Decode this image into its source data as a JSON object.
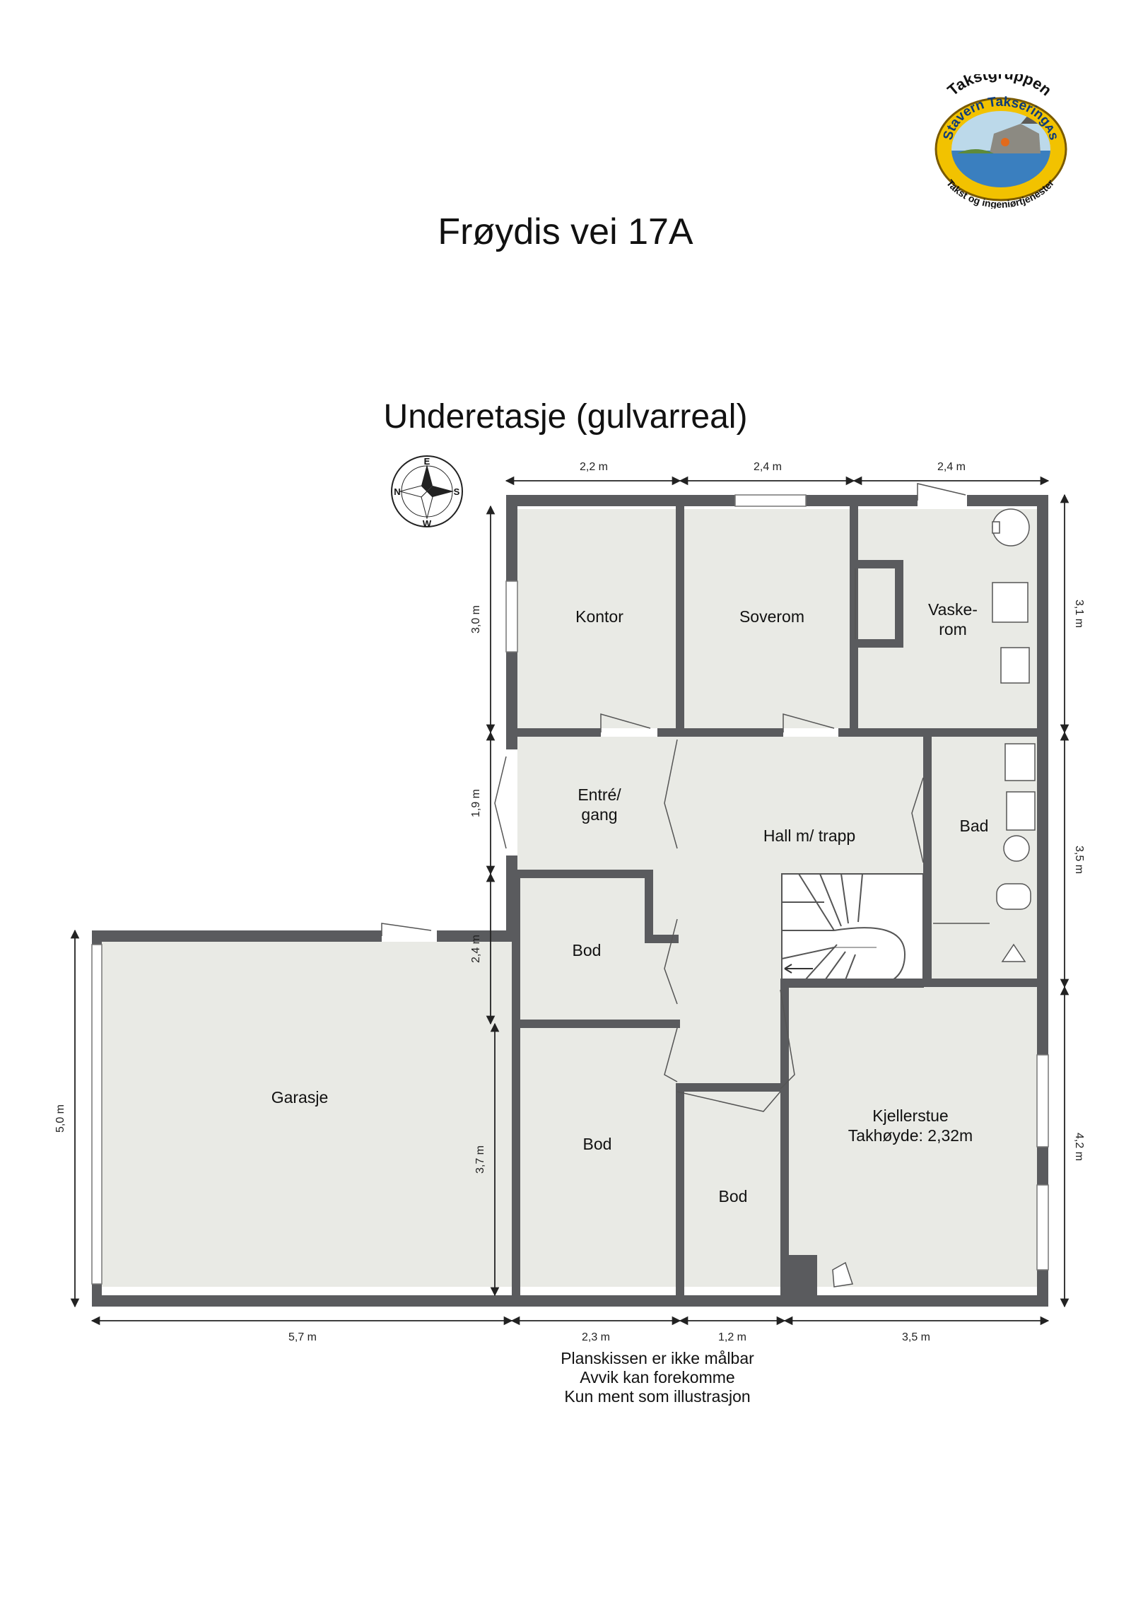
{
  "header": {
    "address": "Frøydis vei 17A",
    "floor_title": "Underetasje (gulvarreal)"
  },
  "logo": {
    "top_text": "Takstgruppen",
    "middle_text": "Stavern Takseringᴀs",
    "bottom_text": "Takst og ingeniørtjenester",
    "colors": {
      "ring": "#f2c200",
      "sky": "#bcd9ea",
      "water": "#3a7fbf",
      "text": "#111111"
    }
  },
  "compass": {
    "n": "N",
    "e": "E",
    "s": "S",
    "w": "W"
  },
  "rooms": {
    "kontor": "Kontor",
    "soverom": "Soverom",
    "vaskerom_1": "Vaske-",
    "vaskerom_2": "rom",
    "entre_1": "Entré/",
    "entre_2": "gang",
    "hall": "Hall m/ trapp",
    "bad": "Bad",
    "bod_1": "Bod",
    "bod_2": "Bod",
    "bod_3": "Bod",
    "garasje": "Garasje",
    "kjellerstue_1": "Kjellerstue",
    "kjellerstue_2": "Takhøyde: 2,32m"
  },
  "dimensions": {
    "top_1": "2,2 m",
    "top_2": "2,4 m",
    "top_3": "2,4 m",
    "bottom_1": "5,7 m",
    "bottom_2": "2,3 m",
    "bottom_3": "1,2 m",
    "bottom_4": "3,5 m",
    "left_1": "3,0 m",
    "left_2": "1,9 m",
    "left_3": "2,4 m",
    "left_4": "3,7 m",
    "left_garage": "5,0 m",
    "right_1": "3,1 m",
    "right_2": "3,5 m",
    "right_3": "4,2 m"
  },
  "disclaimer": {
    "line1": "Planskissen er ikke målbar",
    "line2": "Avvik kan forekomme",
    "line3": "Kun ment som illustrasjon"
  },
  "colors": {
    "wall": "#5a5b5e",
    "floor": "#e9eae5",
    "dimension_line": "#222222"
  }
}
